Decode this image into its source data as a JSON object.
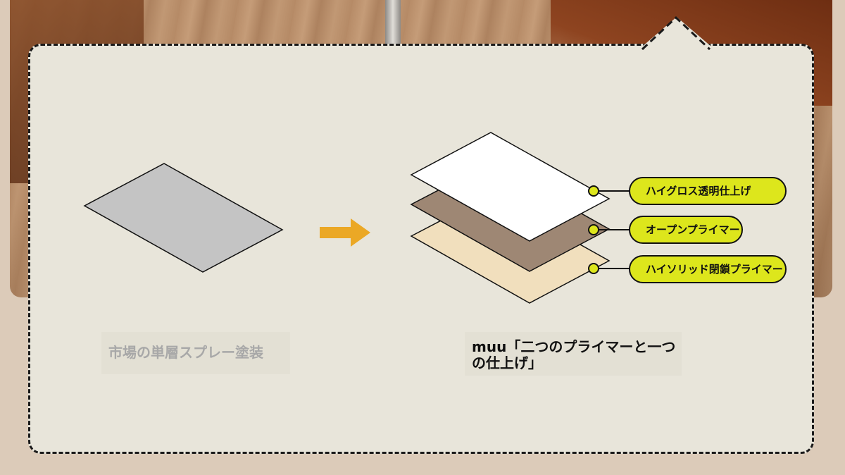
{
  "left_caption": "市場の単層スプレー塗装",
  "right_caption": "muu「二つのプライマーと一つの仕上げ」",
  "layers": [
    {
      "label": "ハイグロス透明仕上げ",
      "color": "#ffffff"
    },
    {
      "label": "オープンプライマー",
      "color": "#9e8774"
    },
    {
      "label": "ハイソリッド閉鎖プライマー",
      "color": "#f1dfbd"
    }
  ],
  "colors": {
    "single_layer": "#c4c4c4",
    "arrow": "#eba825",
    "tag_fill": "#dde61c",
    "card_bg": "#e8e5da"
  }
}
